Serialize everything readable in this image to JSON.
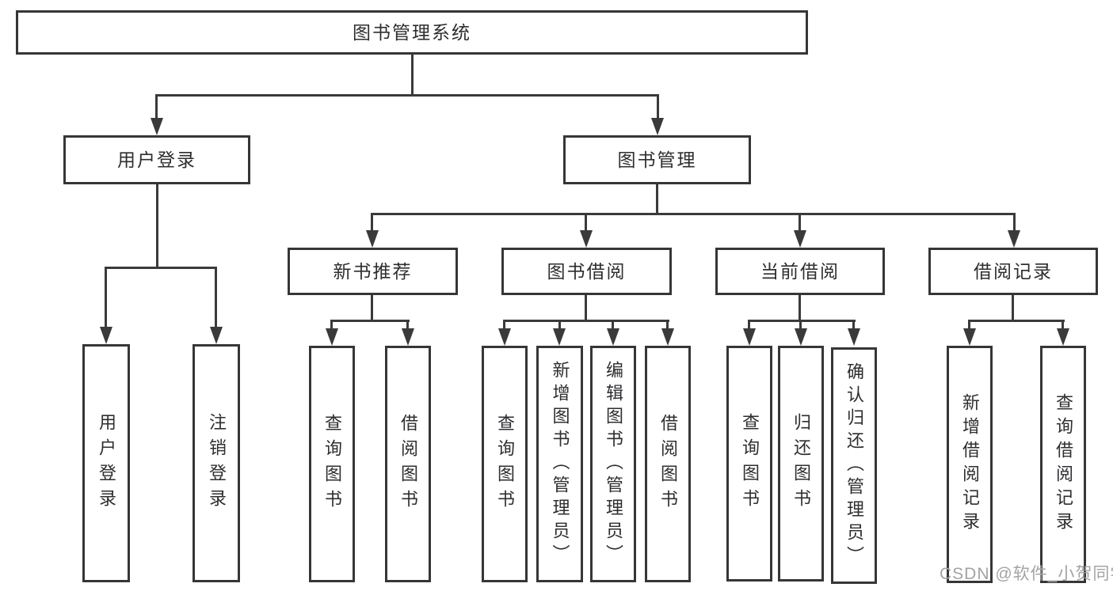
{
  "diagram": {
    "type": "hierarchy-tree",
    "tree": {
      "label": "图书管理系统",
      "children": [
        {
          "label": "用户登录",
          "children": [
            {
              "label": "用户登录"
            },
            {
              "label": "注销登录"
            }
          ]
        },
        {
          "label": "图书管理",
          "children": [
            {
              "label": "新书推荐",
              "children": [
                {
                  "label": "查询图书"
                },
                {
                  "label": "借阅图书"
                }
              ]
            },
            {
              "label": "图书借阅",
              "children": [
                {
                  "label": "查询图书"
                },
                {
                  "label": "新增图书（管理员）"
                },
                {
                  "label": "编辑图书（管理员）"
                },
                {
                  "label": "借阅图书"
                }
              ]
            },
            {
              "label": "当前借阅",
              "children": [
                {
                  "label": "查询图书"
                },
                {
                  "label": "归还图书"
                },
                {
                  "label": "确认归还（管理员）"
                }
              ]
            },
            {
              "label": "借阅记录",
              "children": [
                {
                  "label": "新增借阅记录"
                },
                {
                  "label": "查询借阅记录"
                }
              ]
            }
          ]
        }
      ]
    }
  },
  "watermark": {
    "text": "CSDN @软件_小贺同学",
    "color": "#a3a3a3"
  },
  "colors": {
    "background": "#ffffff",
    "box_fill": "#ffffff",
    "box_border": "#363639",
    "line": "#3a3a3a",
    "text": "#2e2e31"
  }
}
